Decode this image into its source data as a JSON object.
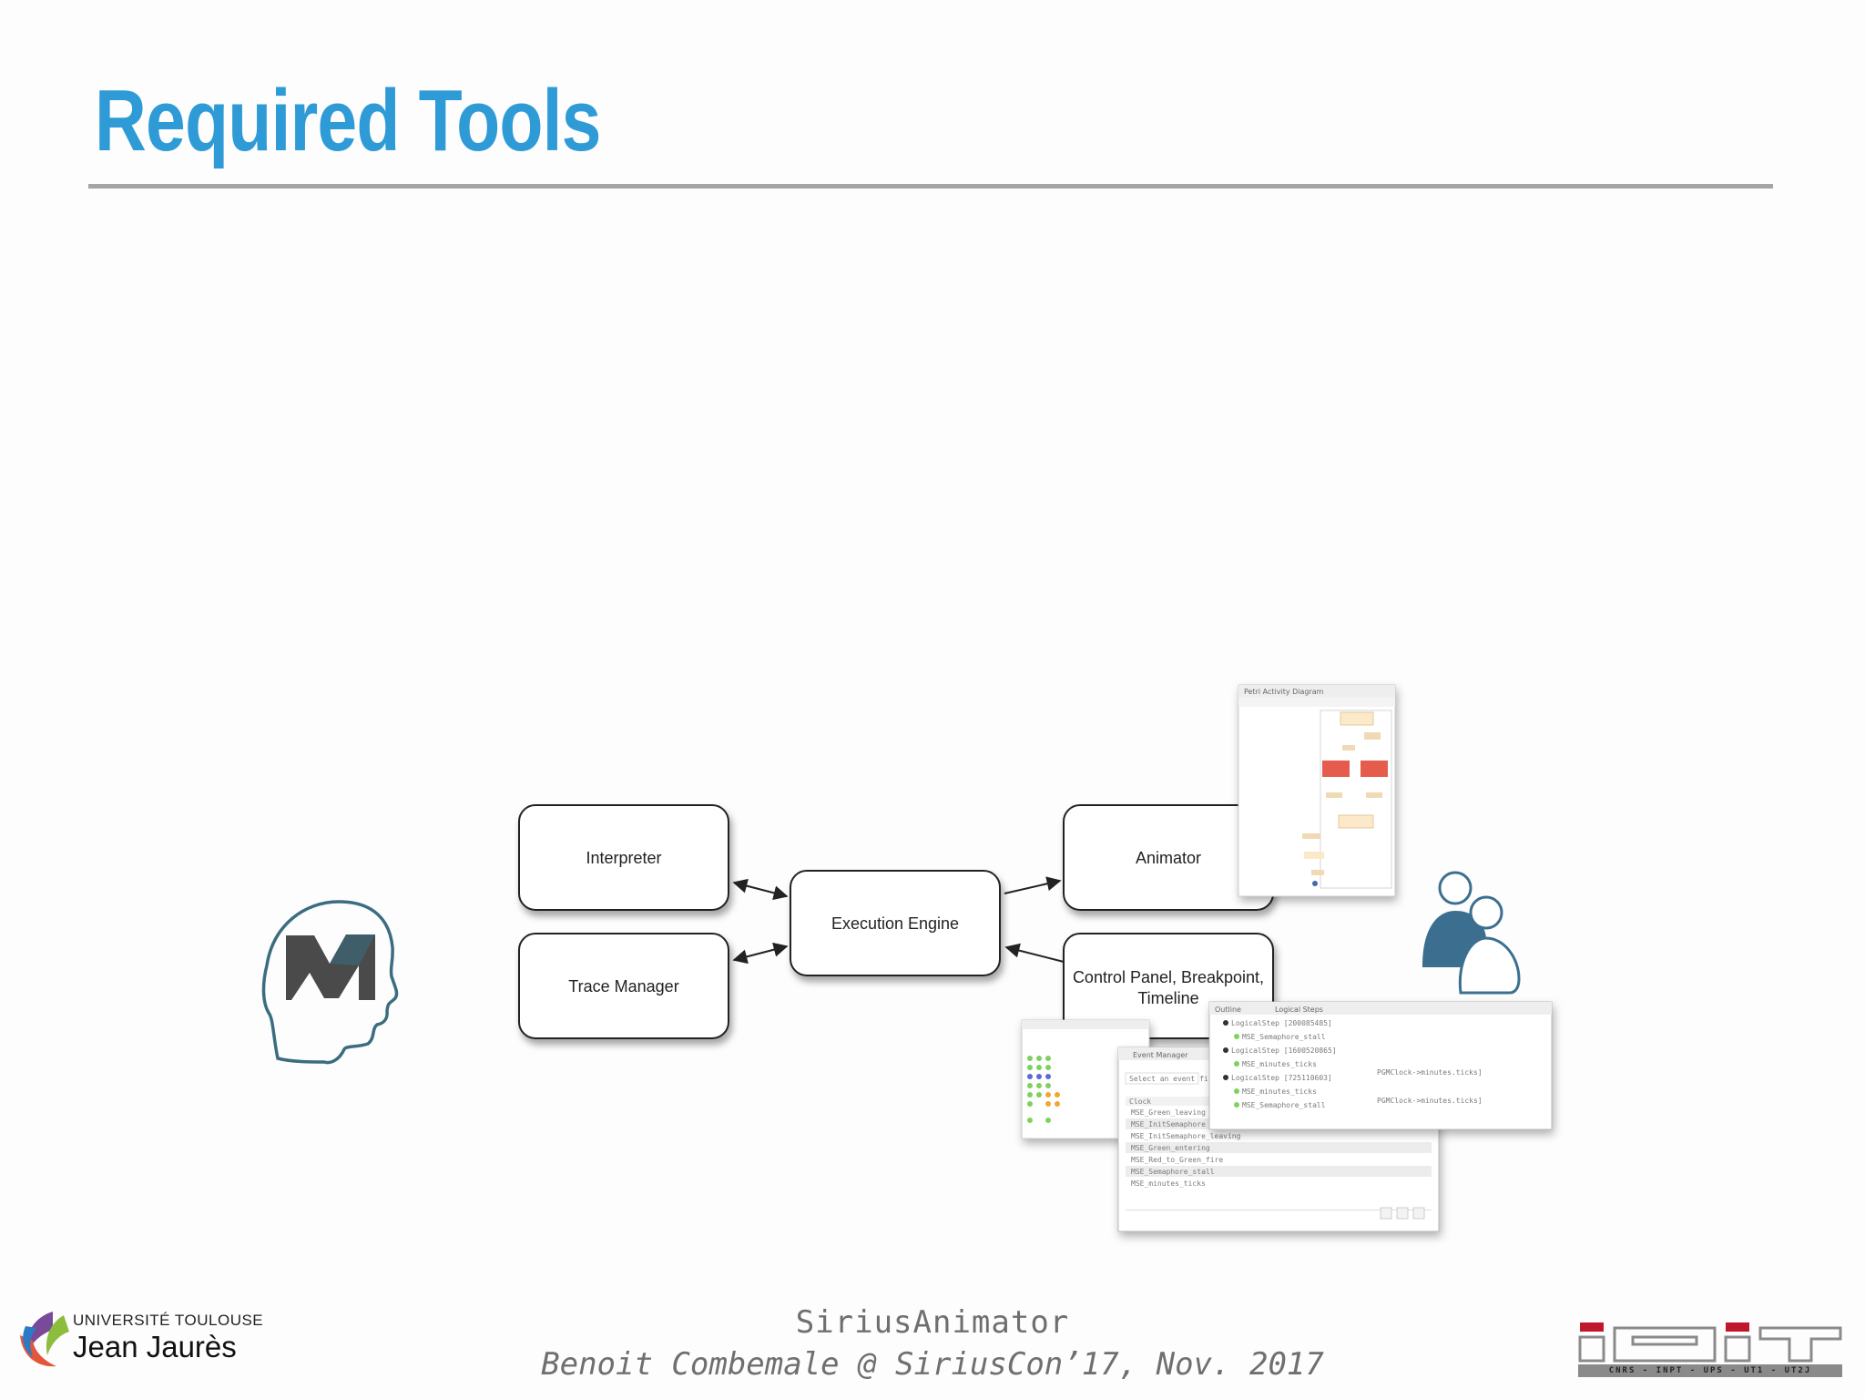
{
  "slide": {
    "title": "Required Tools"
  },
  "diagram": {
    "nodes": {
      "interpreter": "Interpreter",
      "trace_manager": "Trace Manager",
      "execution_engine": "Execution Engine",
      "animator": "Animator",
      "control_panel_line1": "Control Panel, Breakpoint,",
      "control_panel_line2": "Timeline"
    },
    "screenshot_front": {
      "tab_outline": "Outline",
      "tab_logical_steps": "Logical Steps",
      "tab_event_manager": "Event Manager",
      "filter_placeholder": "Select an event filter",
      "column_clock": "Clock",
      "steps": [
        "LogicalStep [200085485]",
        "MSE_Semaphore_stall",
        "LogicalStep [1600520865]",
        "MSE_minutes_ticks",
        "LogicalStep [725110603]",
        "MSE_minutes_ticks",
        "MSE_Semaphore_stall"
      ],
      "clock_values": [
        "PGMClock->minutes.ticks]",
        "PGMClock->minutes.ticks]"
      ],
      "events": [
        "MSE_Green_leaving",
        "MSE_InitSemaphore",
        "MSE_InitSemaphore_leaving",
        "MSE_Green_entering",
        "MSE_Red_to_Green_fire",
        "MSE_Semaphore_stall",
        "MSE_minutes_ticks"
      ]
    },
    "screenshot_animator": {
      "tab": "Petri Activity Diagram"
    }
  },
  "footer": {
    "title": "SiriusAnimator",
    "subtitle": "Benoit Combemale @ SiriusCon’17, Nov. 2017"
  },
  "logos": {
    "university_line1": "UNIVERSITÉ  TOULOUSE",
    "university_line2": "Jean Jaurès",
    "irit_caption": "CNRS - INPT - UPS - UT1 - UT2J"
  },
  "colors": {
    "title": "#2f9bd6",
    "rule": "#a5a5a5",
    "head_icon": "#3b6d80",
    "users_icon": "#3c6f8f",
    "irit_red": "#c0172d"
  }
}
